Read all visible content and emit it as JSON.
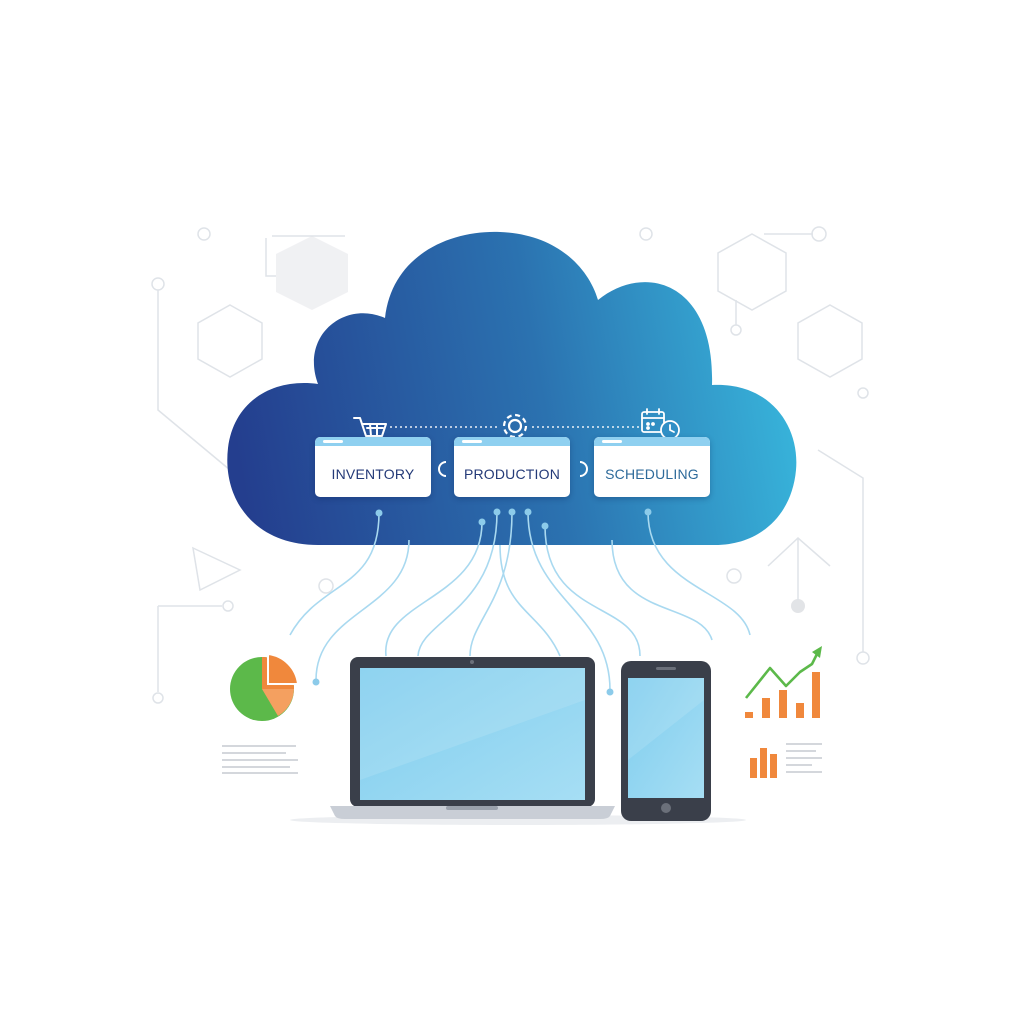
{
  "modules": {
    "inventory": {
      "label": "INVENTORY",
      "icon": "shopping-cart-icon"
    },
    "production": {
      "label": "PRODUCTION",
      "icon": "gear-icon"
    },
    "scheduling": {
      "label": "SCHEDULING",
      "icon": "calendar-clock-icon"
    }
  },
  "devices": [
    "laptop",
    "smartphone"
  ],
  "decorations": [
    "pie-chart-icon",
    "line-bar-chart-icon",
    "bar-chart-icon",
    "text-lines"
  ],
  "colors": {
    "cloud_dark": "#243e8e",
    "cloud_light": "#38b6dc",
    "connector": "#a9d9f0",
    "module_bar": "#8fd0f0",
    "screen": "#8dd3f0",
    "device_frame": "#3a3f4a",
    "accent_orange": "#f0883c",
    "accent_green": "#5cb94a"
  }
}
